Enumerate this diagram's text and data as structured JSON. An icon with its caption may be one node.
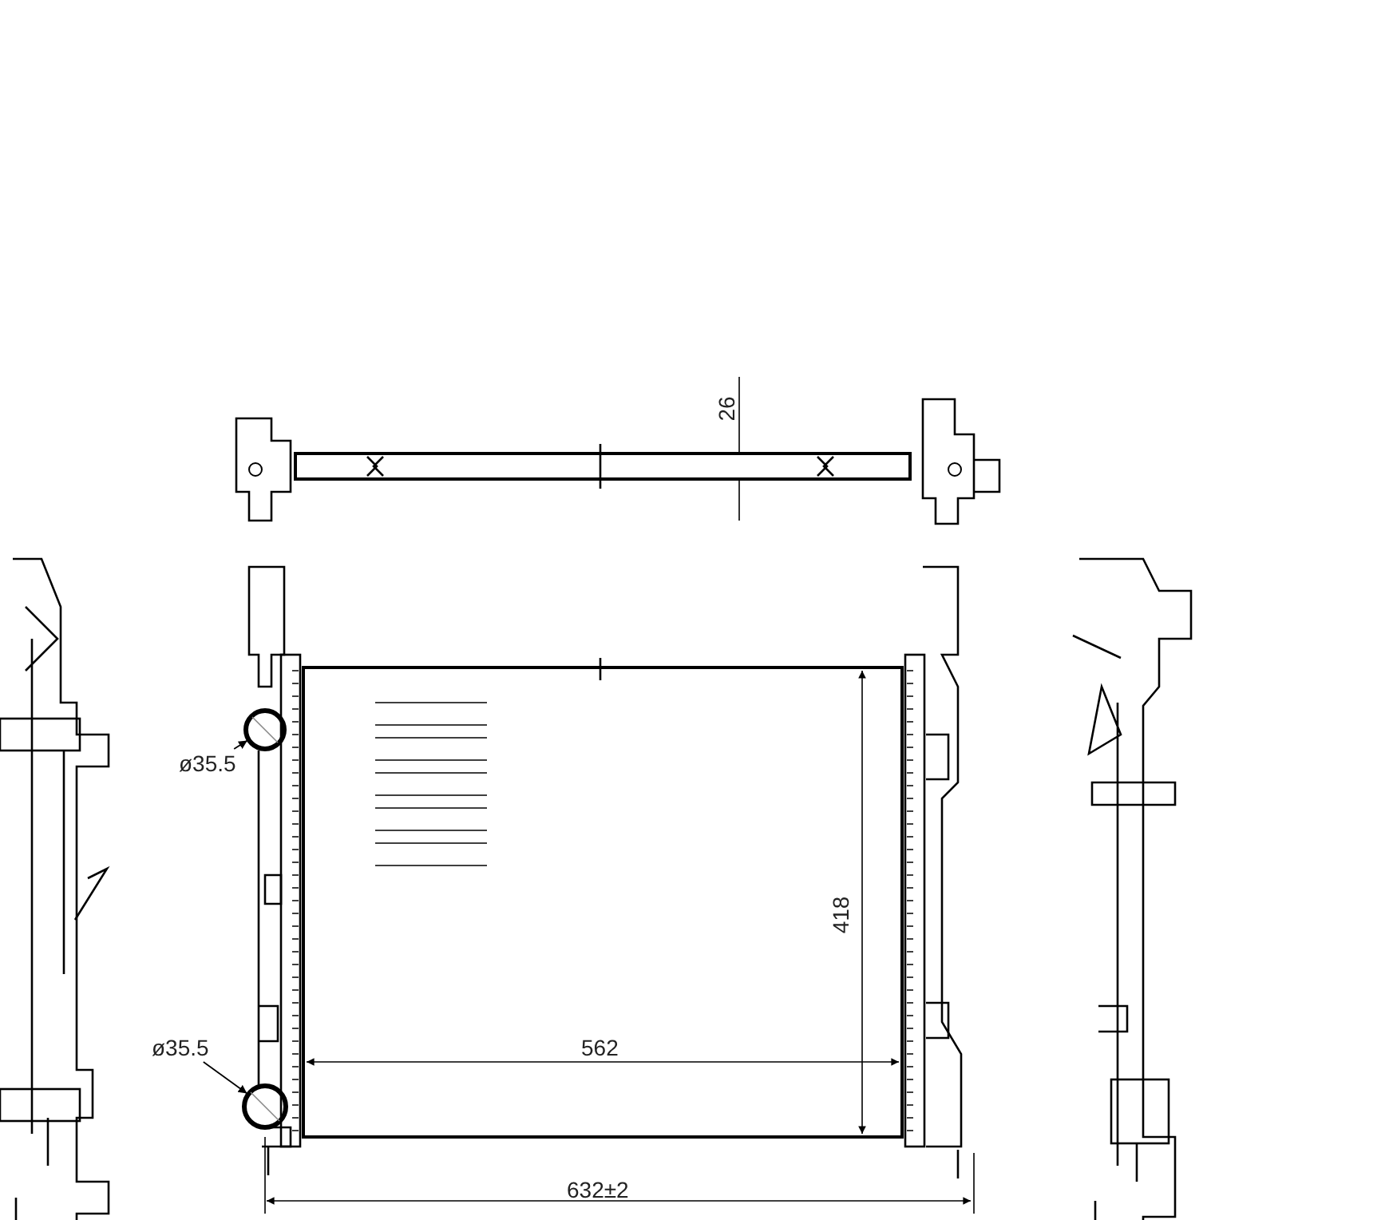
{
  "diagram": {
    "nodes": [
      {
        "text": [
          "ø35.5"
        ]
      },
      {
        "text": [],
        "shape": "circle"
      },
      {
        "text": [
          "ø35.5"
        ]
      },
      {
        "text": [],
        "shape": "circle"
      }
    ],
    "edges": [
      {
        "from": 0,
        "to": 1,
        "arrow": "to"
      },
      {
        "from": 2,
        "to": 3,
        "arrow": "to"
      }
    ],
    "labels": [
      "26",
      "418",
      "562",
      "632±2"
    ]
  }
}
